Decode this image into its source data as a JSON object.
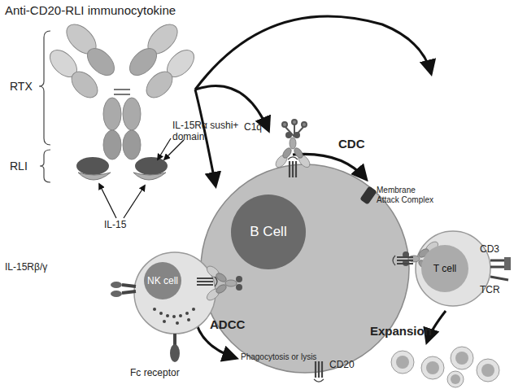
{
  "diagram": {
    "title": "Anti-CD20-RLI immunocytokine",
    "nodes": [
      {
        "text": [
          "NK cell"
        ]
      },
      {
        "text": [
          "B Cell"
        ]
      },
      {
        "text": [
          "T cell"
        ]
      }
    ],
    "labels": [
      "RTX",
      "RLI",
      "IL-15Rα sushi+ domain",
      "IL-15",
      "C1q",
      "CDC",
      "Membrane Attack Complex",
      "CD3",
      "TCR",
      "Expansion",
      "ADCC",
      "Phagocytosis or lysis",
      "IL-15Rβ/γ",
      "Fc receptor",
      "CD20"
    ]
  }
}
